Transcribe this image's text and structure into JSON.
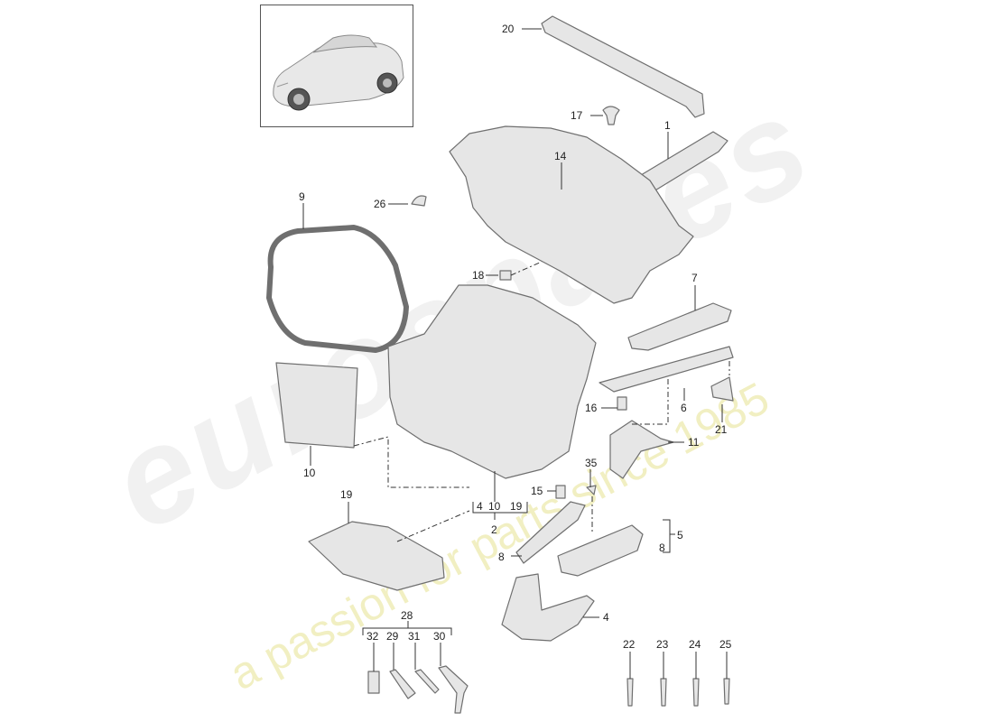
{
  "diagram": {
    "callouts": {
      "c1": "1",
      "c2": "2",
      "c4": "4",
      "c5": "5",
      "c6": "6",
      "c7": "7",
      "c8a": "8",
      "c8b": "8",
      "c9": "9",
      "c10": "10",
      "c11": "11",
      "c14": "14",
      "c15": "15",
      "c16": "16",
      "c17": "17",
      "c18": "18",
      "c19": "19",
      "c20": "20",
      "c21": "21",
      "c22": "22",
      "c23": "23",
      "c24": "24",
      "c25": "25",
      "c26": "26",
      "c28": "28",
      "c29": "29",
      "c30": "30",
      "c31": "31",
      "c32": "32",
      "c35": "35"
    },
    "group_2_members": [
      "4",
      "10",
      "19"
    ],
    "group_5_members": [
      "8"
    ]
  },
  "watermark": {
    "brand": "eurospares",
    "tagline": "a passion for parts since 1985"
  },
  "colors": {
    "line": "#333333",
    "part_fill": "#e6e6e6",
    "part_stroke": "#6f6f6f",
    "watermark_gray": "#cdcdcd",
    "watermark_yellow": "#e1dc78"
  }
}
